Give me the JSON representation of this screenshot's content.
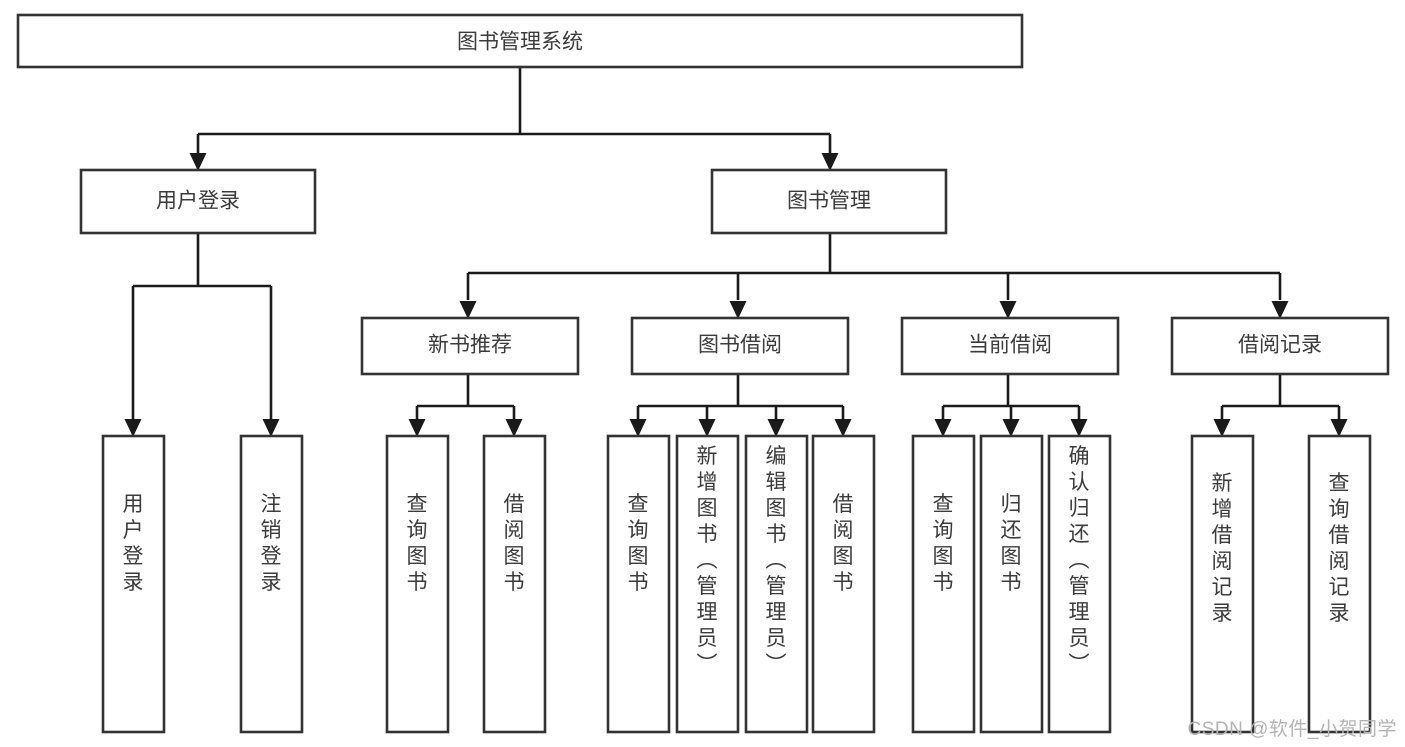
{
  "diagram": {
    "title": "图书管理系统",
    "type": "tree-hierarchy",
    "orientation": "top-down",
    "colors": {
      "box_stroke": "#333333",
      "box_fill": "#ffffff",
      "connector": "#1a1a1a",
      "text": "#3b3b3b",
      "watermark": "#b4b4b4",
      "background": "#ffffff"
    },
    "root": {
      "label": "图书管理系统"
    },
    "level2": [
      {
        "label": "用户登录"
      },
      {
        "label": "图书管理"
      }
    ],
    "level3": [
      {
        "label": "新书推荐"
      },
      {
        "label": "图书借阅"
      },
      {
        "label": "当前借阅"
      },
      {
        "label": "借阅记录"
      }
    ],
    "leaves": {
      "user_login": [
        {
          "label": "用户登录"
        },
        {
          "label": "注销登录"
        }
      ],
      "new_book_recommend": [
        {
          "label": "查询图书"
        },
        {
          "label": "借阅图书"
        }
      ],
      "book_borrow": [
        {
          "label": "查询图书"
        },
        {
          "label": "新增图书（管理员）"
        },
        {
          "label": "编辑图书（管理员）"
        },
        {
          "label": "借阅图书"
        }
      ],
      "current_borrow": [
        {
          "label": "查询图书"
        },
        {
          "label": "归还图书"
        },
        {
          "label": "确认归还（管理员）"
        }
      ],
      "borrow_records": [
        {
          "label": "新增借阅记录"
        },
        {
          "label": "查询借阅记录"
        }
      ]
    }
  },
  "watermark": {
    "text": "CSDN @软件_小贺同学"
  }
}
